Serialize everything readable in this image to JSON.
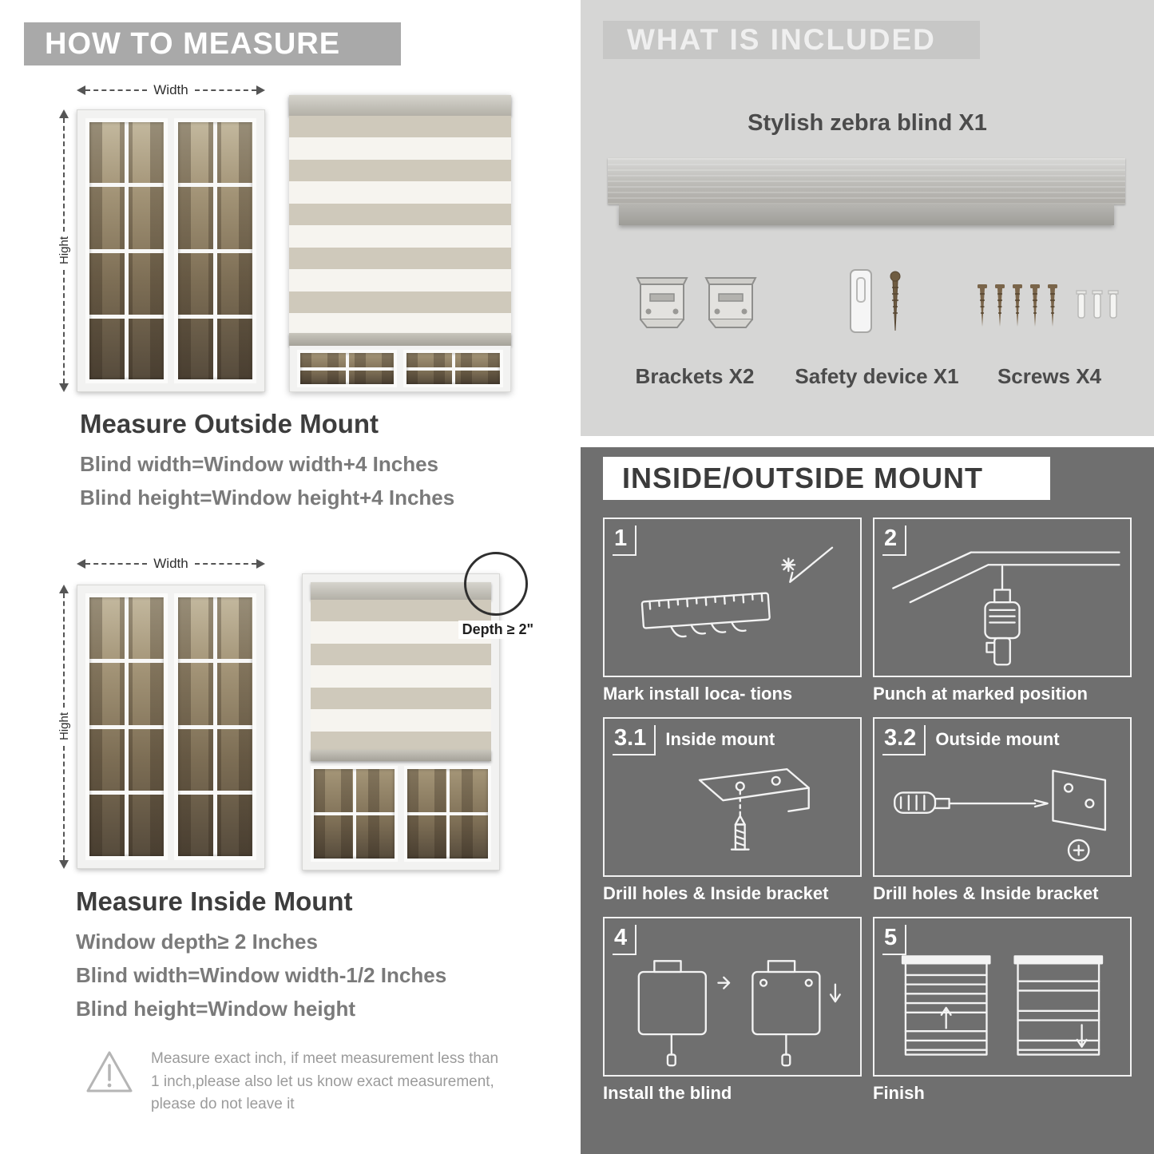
{
  "colors": {
    "left_banner": "#a9a9a9",
    "included_bg": "#d6d6d5",
    "included_banner": "#c7c7c6",
    "mount_bg": "#6f6f6f",
    "heading_text": "#3d3d3d",
    "body_text": "#7a7a7a"
  },
  "left": {
    "banner": "HOW TO MEASURE",
    "labels": {
      "width": "Width",
      "height": "Hight",
      "depth": "Depth ≥ 2\""
    },
    "outside": {
      "heading": "Measure Outside Mount",
      "lines": [
        "Blind width=Window width+4 Inches",
        "Blind height=Window height+4 Inches"
      ]
    },
    "inside": {
      "heading": "Measure Inside Mount",
      "lines": [
        "Window depth≥ 2 Inches",
        "Blind width=Window width-1/2 Inches",
        "Blind height=Window height"
      ]
    },
    "warning": "Measure exact inch, if meet measurement less than 1 inch,please also let us know exact measurement, please do not leave it"
  },
  "right": {
    "included": {
      "banner": "WHAT IS INCLUDED",
      "product": "Stylish zebra blind X1",
      "items": [
        {
          "icon": "brackets-icon",
          "label": "Brackets X2"
        },
        {
          "icon": "safety-device-icon",
          "label": "Safety device X1"
        },
        {
          "icon": "screws-icon",
          "label": "Screws X4"
        }
      ]
    },
    "mount": {
      "banner": "INSIDE/OUTSIDE MOUNT",
      "steps": [
        {
          "num": "1",
          "title": "",
          "caption": "Mark install loca- tions",
          "icon": "ruler-mark-icon"
        },
        {
          "num": "2",
          "title": "",
          "caption": "Punch at marked position",
          "icon": "drill-icon"
        },
        {
          "num": "3.1",
          "title": "Inside mount",
          "caption": "Drill holes & Inside bracket",
          "icon": "bracket-screw-icon"
        },
        {
          "num": "3.2",
          "title": "Outside mount",
          "caption": "Drill holes & Inside bracket",
          "icon": "screwdriver-bracket-icon"
        },
        {
          "num": "4",
          "title": "",
          "caption": "Install the blind",
          "icon": "install-blind-icon"
        },
        {
          "num": "5",
          "title": "",
          "caption": "Finish",
          "icon": "finished-blind-icon"
        }
      ]
    }
  }
}
